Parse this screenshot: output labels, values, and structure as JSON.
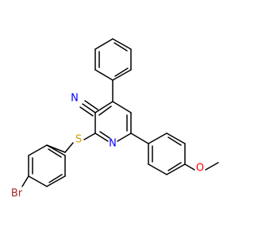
{
  "atoms": {
    "nitrile_n": {
      "text": "N",
      "color": "#0000ff"
    },
    "ring_n": {
      "text": "N",
      "color": "#0000ff"
    },
    "sulfur": {
      "text": "S",
      "color": "#c8a000"
    },
    "oxygen": {
      "text": "O",
      "color": "#ff0000"
    },
    "bromine": {
      "text": "Br",
      "color": "#a52a2a"
    }
  }
}
